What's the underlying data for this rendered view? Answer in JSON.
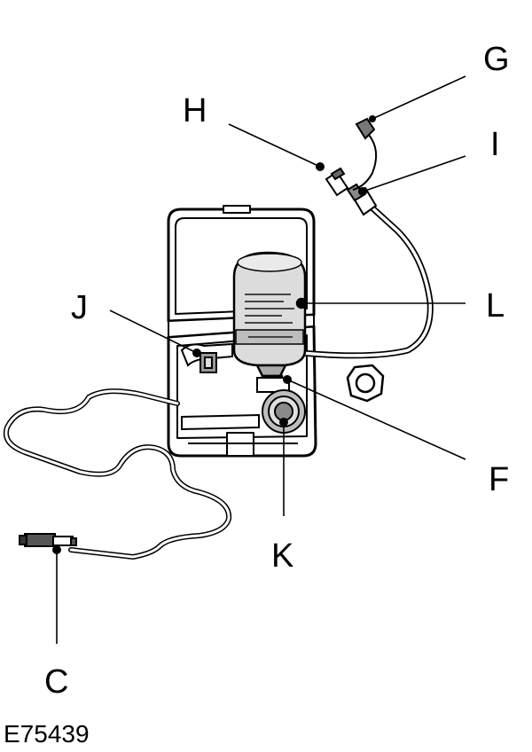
{
  "labels": {
    "G": "G",
    "H": "H",
    "I": "I",
    "J": "J",
    "L": "L",
    "F": "F",
    "K": "K",
    "C": "C"
  },
  "figure_ref": "E75439"
}
